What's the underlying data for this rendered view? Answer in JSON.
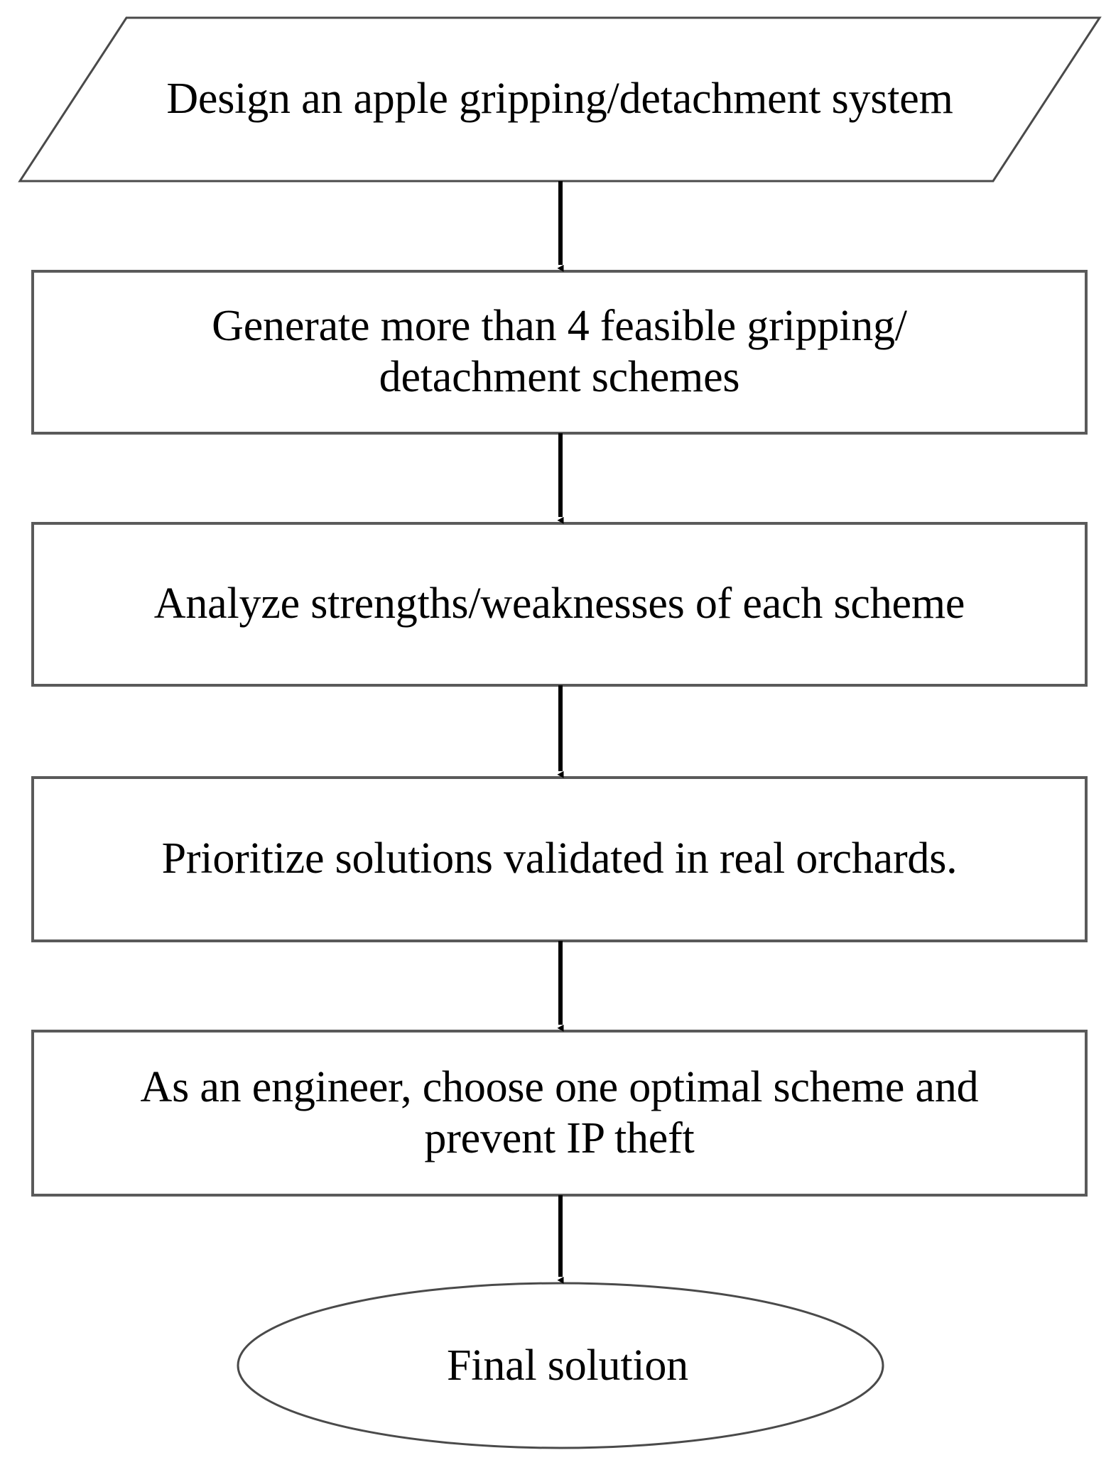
{
  "diagram": {
    "type": "flowchart",
    "orientation": "top-to-bottom",
    "background_color": "#ffffff",
    "stroke_color": "#3f3f3f",
    "text_color": "#000000",
    "nodes": [
      {
        "id": "start",
        "shape": "parallelogram",
        "role": "input",
        "text": "Design an apple gripping/detachment system"
      },
      {
        "id": "step1",
        "shape": "rectangle",
        "role": "process",
        "text": "Generate more than 4 feasible gripping/\ndetachment schemes"
      },
      {
        "id": "step2",
        "shape": "rectangle",
        "role": "process",
        "text": "Analyze strengths/weaknesses of each scheme"
      },
      {
        "id": "step3",
        "shape": "rectangle",
        "role": "process",
        "text": "Prioritize solutions validated in real orchards."
      },
      {
        "id": "step4",
        "shape": "rectangle",
        "role": "process",
        "text": "As an engineer, choose one optimal scheme and\nprevent IP theft"
      },
      {
        "id": "end",
        "shape": "ellipse",
        "role": "terminator",
        "text": "Final solution"
      }
    ],
    "edges": [
      {
        "from": "start",
        "to": "step1",
        "style": "solid-arrow"
      },
      {
        "from": "step1",
        "to": "step2",
        "style": "solid-arrow"
      },
      {
        "from": "step2",
        "to": "step3",
        "style": "solid-arrow"
      },
      {
        "from": "step3",
        "to": "step4",
        "style": "solid-arrow"
      },
      {
        "from": "step4",
        "to": "end",
        "style": "solid-arrow"
      }
    ]
  }
}
